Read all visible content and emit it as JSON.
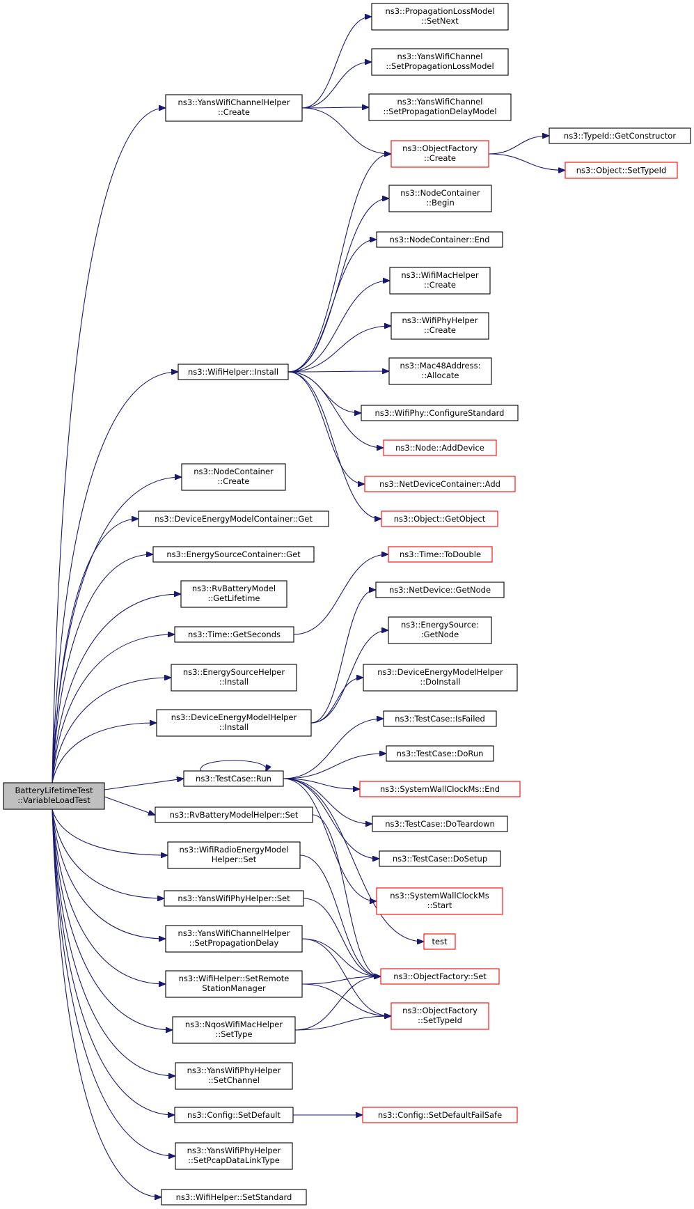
{
  "root": {
    "lines": [
      "BatteryLifetimeTest",
      "::VariableLoadTest"
    ]
  },
  "nodes": [
    {
      "id": "n_root",
      "lines": [
        "BatteryLifetimeTest",
        "::VariableLoadTest"
      ]
    },
    {
      "id": "yw_create",
      "lines": [
        "ns3::YansWifiChannelHelper",
        "::Create"
      ]
    },
    {
      "id": "plm_setnext",
      "lines": [
        "ns3::PropagationLossModel",
        "::SetNext"
      ]
    },
    {
      "id": "ywc_setprop",
      "lines": [
        "ns3::YansWifiChannel",
        "::SetPropagationLossModel"
      ]
    },
    {
      "id": "ywc_setdelay",
      "lines": [
        "ns3::YansWifiChannel",
        "::SetPropagationDelayModel"
      ]
    },
    {
      "id": "of_create",
      "lines": [
        "ns3::ObjectFactory",
        "::Create"
      ]
    },
    {
      "id": "typeid_getctor",
      "lines": [
        "ns3::TypeId::GetConstructor"
      ]
    },
    {
      "id": "obj_settypeid",
      "lines": [
        "ns3::Object::SetTypeId"
      ]
    },
    {
      "id": "nc_begin",
      "lines": [
        "ns3::NodeContainer",
        "::Begin"
      ]
    },
    {
      "id": "nc_end",
      "lines": [
        "ns3::NodeContainer::End"
      ]
    },
    {
      "id": "wmh_create",
      "lines": [
        "ns3::WifiMacHelper",
        "::Create"
      ]
    },
    {
      "id": "wph_create",
      "lines": [
        "ns3::WifiPhyHelper",
        "::Create"
      ]
    },
    {
      "id": "wh_install",
      "lines": [
        "ns3::WifiHelper::Install"
      ]
    },
    {
      "id": "mac48_alloc",
      "lines": [
        "ns3::Mac48Address:",
        "::Allocate"
      ]
    },
    {
      "id": "wp_configstd",
      "lines": [
        "ns3::WifiPhy::ConfigureStandard"
      ]
    },
    {
      "id": "node_adddev",
      "lines": [
        "ns3::Node::AddDevice"
      ]
    },
    {
      "id": "ndc_add",
      "lines": [
        "ns3::NetDeviceContainer::Add"
      ]
    },
    {
      "id": "obj_getobj",
      "lines": [
        "ns3::Object::GetObject"
      ]
    },
    {
      "id": "nc_create",
      "lines": [
        "ns3::NodeContainer",
        "::Create"
      ]
    },
    {
      "id": "demc_get",
      "lines": [
        "ns3::DeviceEnergyModelContainer::Get"
      ]
    },
    {
      "id": "esc_get",
      "lines": [
        "ns3::EnergySourceContainer::Get"
      ]
    },
    {
      "id": "rvb_getlife",
      "lines": [
        "ns3::RvBatteryModel",
        "::GetLifetime"
      ]
    },
    {
      "id": "time_todouble",
      "lines": [
        "ns3::Time::ToDouble"
      ]
    },
    {
      "id": "nd_getnode",
      "lines": [
        "ns3::NetDevice::GetNode"
      ]
    },
    {
      "id": "time_getsec",
      "lines": [
        "ns3::Time::GetSeconds"
      ]
    },
    {
      "id": "es_getnode",
      "lines": [
        "ns3::EnergySource:",
        ":GetNode"
      ]
    },
    {
      "id": "esh_install",
      "lines": [
        "ns3::EnergySourceHelper",
        "::Install"
      ]
    },
    {
      "id": "demh_doinstall",
      "lines": [
        "ns3::DeviceEnergyModelHelper",
        "::DoInstall"
      ]
    },
    {
      "id": "demh_install",
      "lines": [
        "ns3::DeviceEnergyModelHelper",
        "::Install"
      ]
    },
    {
      "id": "tc_isfailed",
      "lines": [
        "ns3::TestCase::IsFailed"
      ]
    },
    {
      "id": "tc_dorun",
      "lines": [
        "ns3::TestCase::DoRun"
      ]
    },
    {
      "id": "tc_run",
      "lines": [
        "ns3::TestCase::Run"
      ]
    },
    {
      "id": "swc_end",
      "lines": [
        "ns3::SystemWallClockMs::End"
      ]
    },
    {
      "id": "rvbh_set",
      "lines": [
        "ns3::RvBatteryModelHelper::Set"
      ]
    },
    {
      "id": "tc_doteardown",
      "lines": [
        "ns3::TestCase::DoTeardown"
      ]
    },
    {
      "id": "wrem_set",
      "lines": [
        "ns3::WifiRadioEnergyModel",
        "Helper::Set"
      ]
    },
    {
      "id": "tc_dosetup",
      "lines": [
        "ns3::TestCase::DoSetup"
      ]
    },
    {
      "id": "swc_start",
      "lines": [
        "ns3::SystemWallClockMs",
        "::Start"
      ]
    },
    {
      "id": "ywph_set",
      "lines": [
        "ns3::YansWifiPhyHelper::Set"
      ]
    },
    {
      "id": "test_fn",
      "lines": [
        "test"
      ]
    },
    {
      "id": "ywch_setpropdelay",
      "lines": [
        "ns3::YansWifiChannelHelper",
        "::SetPropagationDelay"
      ]
    },
    {
      "id": "of_set",
      "lines": [
        "ns3::ObjectFactory::Set"
      ]
    },
    {
      "id": "wh_setremote",
      "lines": [
        "ns3::WifiHelper::SetRemote",
        "StationManager"
      ]
    },
    {
      "id": "of_settypeid",
      "lines": [
        "ns3::ObjectFactory",
        "::SetTypeId"
      ]
    },
    {
      "id": "nqos_settype",
      "lines": [
        "ns3::NqosWifiMacHelper",
        "::SetType"
      ]
    },
    {
      "id": "ywph_setchannel",
      "lines": [
        "ns3::YansWifiPhyHelper",
        "::SetChannel"
      ]
    },
    {
      "id": "cfg_setdefault",
      "lines": [
        "ns3::Config::SetDefault"
      ]
    },
    {
      "id": "cfg_setdefaultfs",
      "lines": [
        "ns3::Config::SetDefaultFailSafe"
      ]
    },
    {
      "id": "ywph_setpcap",
      "lines": [
        "ns3::YansWifiPhyHelper",
        "::SetPcapDataLinkType"
      ]
    },
    {
      "id": "wh_setstandard",
      "lines": [
        "ns3::WifiHelper::SetStandard"
      ]
    }
  ]
}
